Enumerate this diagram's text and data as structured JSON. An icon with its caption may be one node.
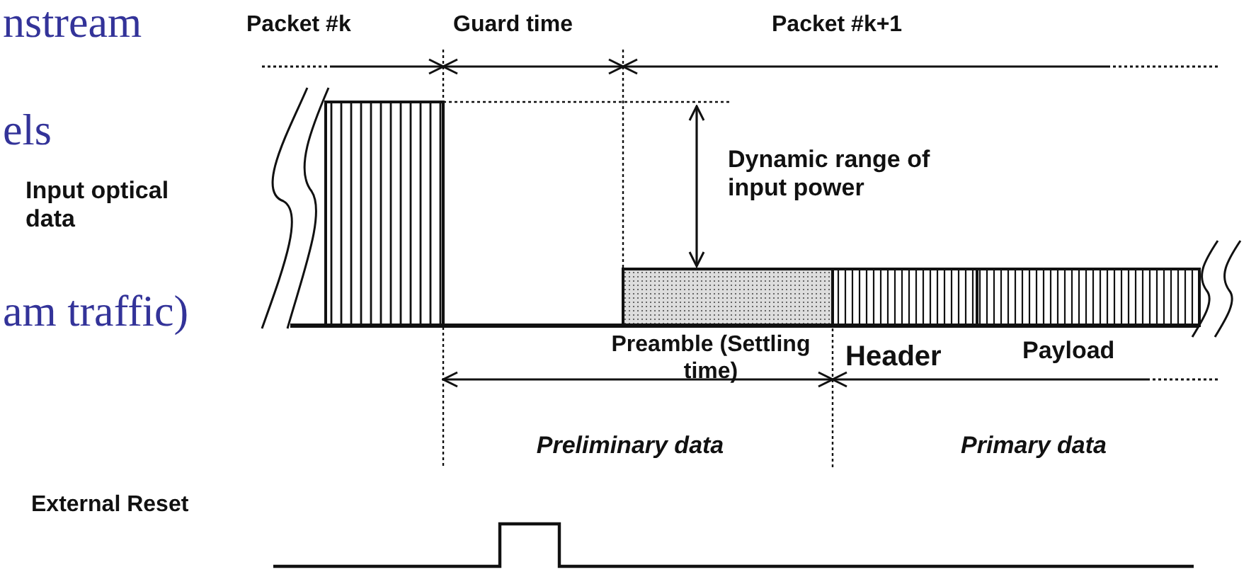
{
  "diagram": {
    "labels": [
      "nstream",
      "Packet #k",
      "Guard time",
      "Packet #k+1",
      "els",
      "Dynamic range of input power",
      "Input optical data",
      "am traffic)",
      "Preamble (Settling time)",
      "Header",
      "Payload",
      "Preliminary data",
      "Primary data",
      "External Reset"
    ]
  }
}
